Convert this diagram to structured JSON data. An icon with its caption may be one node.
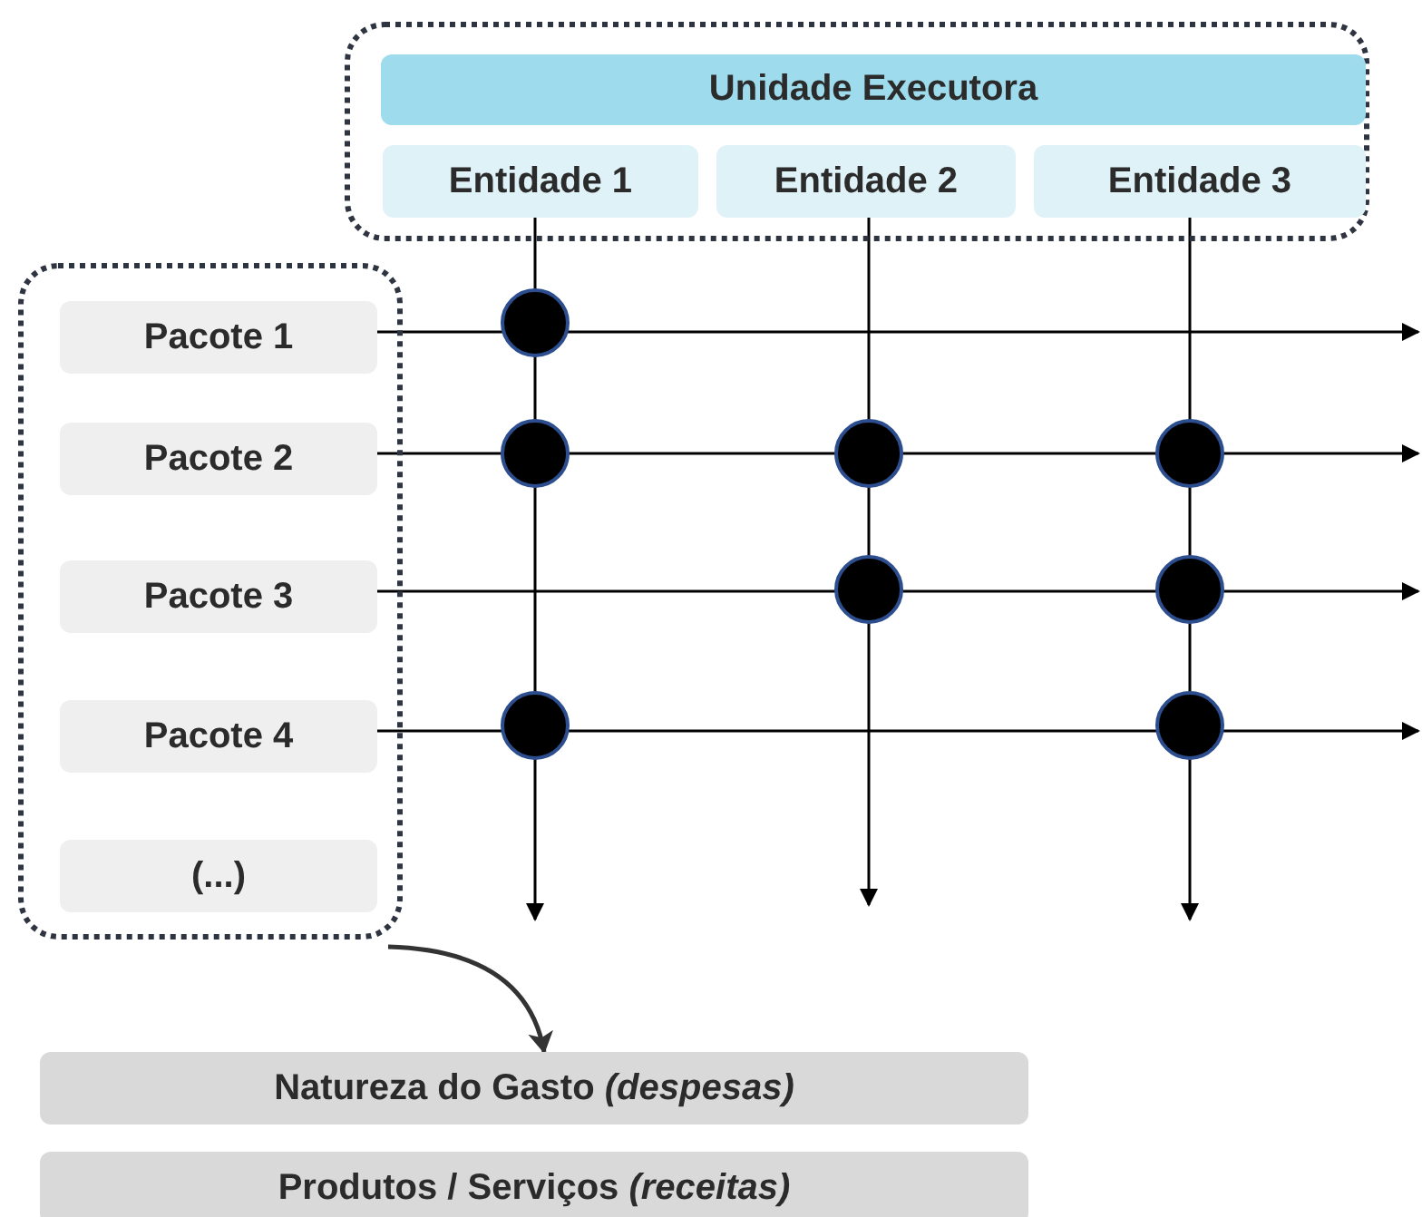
{
  "diagram": {
    "nodes": [
      {
        "text": [],
        "shape": "box"
      },
      {
        "text": [
          "Unidade Executora"
        ],
        "in": 0
      },
      {
        "text": [
          "Entidade 1"
        ],
        "in": 0
      },
      {
        "text": [
          "Entidade 2"
        ],
        "in": 0
      },
      {
        "text": [
          "Entidade 3"
        ],
        "in": 0
      },
      {
        "text": [],
        "shape": "box"
      },
      {
        "text": [
          "Pacote 1"
        ],
        "in": 5
      },
      {
        "text": [
          "Pacote 2"
        ],
        "in": 5
      },
      {
        "text": [
          "Pacote 3"
        ],
        "in": 5
      },
      {
        "text": [
          "Pacote 4"
        ],
        "in": 5
      },
      {
        "text": [
          "(...)"
        ],
        "in": 5
      },
      {
        "text": [],
        "shape": "circle"
      },
      {
        "text": [],
        "shape": "circle"
      },
      {
        "text": [],
        "shape": "circle"
      },
      {
        "text": [],
        "shape": "circle"
      },
      {
        "text": [],
        "shape": "circle"
      },
      {
        "text": [],
        "shape": "circle"
      },
      {
        "text": [],
        "shape": "circle"
      },
      {
        "text": [],
        "shape": "circle"
      },
      {
        "text": [
          "Natureza do Gasto *(despesas)*"
        ]
      },
      {
        "text": [
          "Produtos / Serviços *(receitas)*"
        ]
      }
    ],
    "edges": [
      {
        "from": 6,
        "to": null,
        "arrow": "to"
      },
      {
        "from": 7,
        "to": null,
        "arrow": "to"
      },
      {
        "from": 8,
        "to": null,
        "arrow": "to"
      },
      {
        "from": 9,
        "to": null,
        "arrow": "to"
      },
      {
        "from": 2,
        "to": null,
        "arrow": "to"
      },
      {
        "from": 3,
        "to": null,
        "arrow": "to"
      },
      {
        "from": 4,
        "to": null,
        "arrow": "to"
      },
      {
        "from": 5,
        "to": 19,
        "arrow": "to"
      }
    ]
  }
}
